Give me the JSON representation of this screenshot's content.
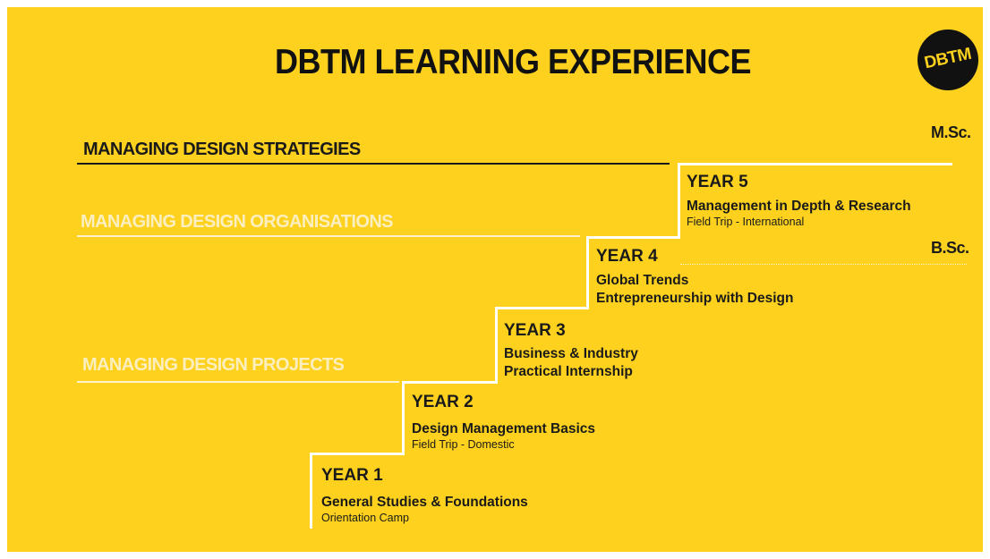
{
  "title": "DBTM LEARNING EXPERIENCE",
  "logo": "DBTM",
  "tracks": {
    "strategies": "MANAGING DESIGN STRATEGIES",
    "organisations": "MANAGING DESIGN ORGANISATIONS",
    "projects": "MANAGING DESIGN PROJECTS"
  },
  "degrees": {
    "msc": "M.Sc.",
    "bsc": "B.Sc."
  },
  "years": [
    {
      "label": "YEAR 1",
      "lines": [
        "General Studies & Foundations"
      ],
      "sub": "Orientation Camp"
    },
    {
      "label": "YEAR 2",
      "lines": [
        "Design Management Basics"
      ],
      "sub": "Field Trip - Domestic"
    },
    {
      "label": "YEAR 3",
      "lines": [
        "Business & Industry",
        "Practical Internship"
      ]
    },
    {
      "label": "YEAR 4",
      "lines": [
        "Global Trends",
        "Entrepreneurship with Design"
      ]
    },
    {
      "label": "YEAR 5",
      "lines": [
        "Management in Depth & Research"
      ],
      "sub": "Field Trip - International"
    }
  ],
  "colors": {
    "background": "#fdd11e",
    "text": "#1a1a1a",
    "steps": "#ffffff"
  }
}
